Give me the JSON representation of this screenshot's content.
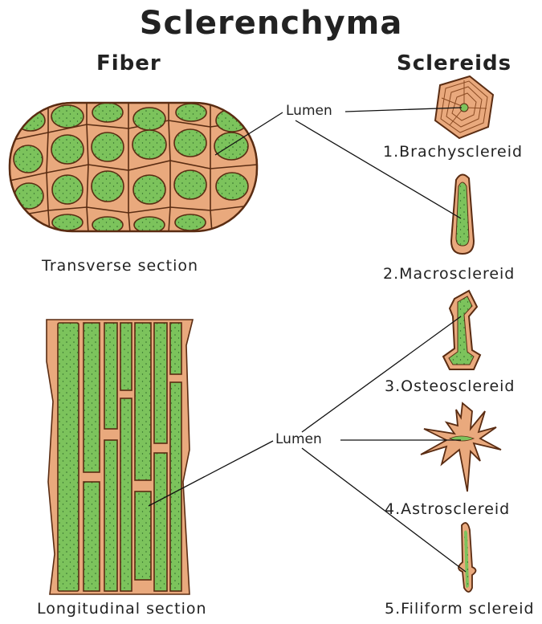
{
  "title": "Sclerenchyma",
  "headings": {
    "fiber": "Fiber",
    "sclereids": "Sclereids"
  },
  "lumen_labels": {
    "top": "Lumen",
    "bottom": "Lumen"
  },
  "captions": {
    "transverse": "Transverse section",
    "longitudinal": "Longitudinal section"
  },
  "sclereids": [
    {
      "label": "1.Brachysclereid"
    },
    {
      "label": "2.Macrosclereid"
    },
    {
      "label": "3.Osteosclereid"
    },
    {
      "label": "4.Astrosclereid"
    },
    {
      "label": "5.Filiform sclereid"
    }
  ],
  "colors": {
    "wall": "#e9a97d",
    "lumen": "#7cc35c",
    "outline": "#5a2c12",
    "line": "#111111"
  }
}
